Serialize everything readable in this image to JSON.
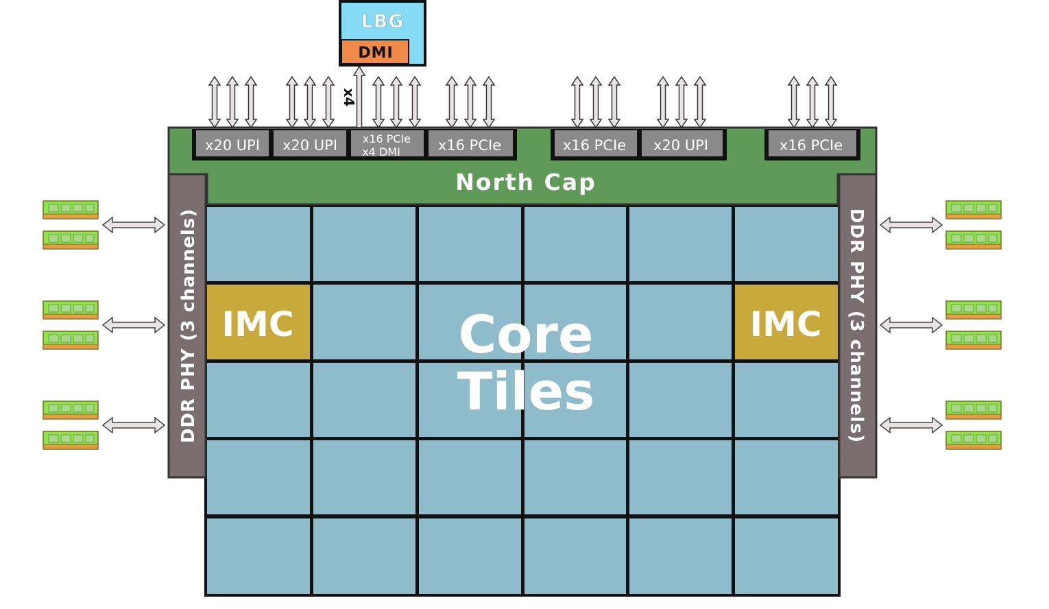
{
  "lbg": {
    "label": "LBG",
    "dmi_label": "DMI",
    "link_label": "x4"
  },
  "io_blocks": [
    {
      "id": "upi-1",
      "label": "x20 UPI"
    },
    {
      "id": "upi-2",
      "label": "x20 UPI"
    },
    {
      "id": "pcie-dmi",
      "label_line1": "x16 PCIe",
      "label_line2": "x4 DMI"
    },
    {
      "id": "pcie-1",
      "label": "x16 PCIe"
    },
    {
      "id": "pcie-2",
      "label": "x16 PCIe"
    },
    {
      "id": "upi-3",
      "label": "x20 UPI"
    },
    {
      "id": "pcie-3",
      "label": "x16 PCIe"
    }
  ],
  "north_cap": {
    "label": "North Cap"
  },
  "ddr_phy": {
    "left_label": "DDR PHY (3 channels)",
    "right_label": "DDR PHY (3 channels)"
  },
  "imc": {
    "left_label": "IMC",
    "right_label": "IMC"
  },
  "core": {
    "line1": "Core",
    "line2": "Tiles"
  },
  "grid": {
    "columns": 6,
    "rows": 5
  },
  "colors": {
    "tile": "#8fbcca",
    "imc": "#c8aa3c",
    "north_cap": "#5f9a58",
    "ddr_phy": "#7a6e6e",
    "io_block": "#8a8a8a",
    "lbg": "#86dcf4",
    "dmi": "#f08a48",
    "dimm": "#8ee44a",
    "arrow": "#e8e4e4"
  }
}
